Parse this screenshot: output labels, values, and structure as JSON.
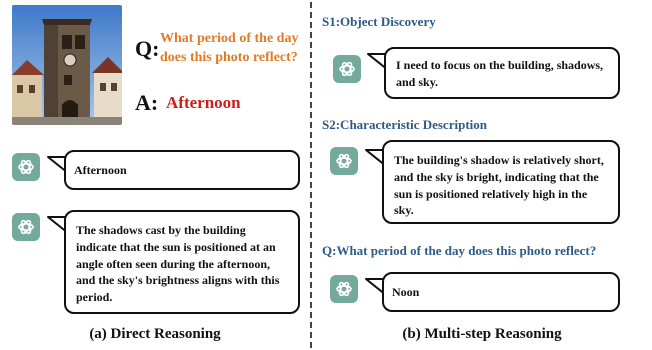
{
  "question": {
    "q_label": "Q:",
    "q_text": "What period of the day does this photo reflect?",
    "a_label": "A:",
    "answer": "Afternoon",
    "colors": {
      "question": "#e07b28",
      "answer": "#cc1f1a"
    }
  },
  "direct": {
    "short_answer": "Afternoon",
    "explanation": "The shadows cast by the building indicate that the sun is positioned at an angle often seen during the afternoon, and the sky's brightness aligns with this period.",
    "caption": "(a) Direct Reasoning"
  },
  "multistep": {
    "s1_title": "S1:Object Discovery",
    "s1_text": "I need to focus on the building, shadows, and sky.",
    "s2_title": "S2:Characteristic Description",
    "s2_text": "The building's shadow is relatively short, and the sky is bright, indicating that the sun is positioned relatively high in the sky.",
    "q_title": "Q:What period of the day does this photo reflect?",
    "q_answer": "Noon",
    "caption": "(b) Multi-step Reasoning",
    "title_color": "#2e5a87"
  },
  "icon": {
    "name": "chatgpt-icon",
    "color": "#74aa9c"
  }
}
